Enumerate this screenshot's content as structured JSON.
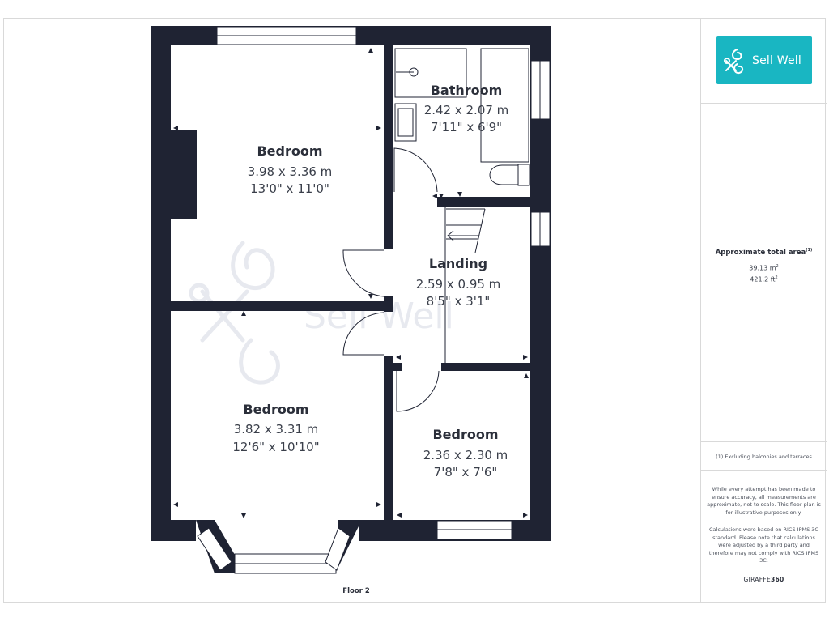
{
  "brand": {
    "logo_text": "Sell Well",
    "watermark_text": "Sell Well",
    "footer_brand_prefix": "GIRAFFE",
    "footer_brand_suffix": "360"
  },
  "rooms": [
    {
      "name": "Bedroom",
      "metric": "3.98 x 3.36 m",
      "imperial": "13'0\" x 11'0\""
    },
    {
      "name": "Bathroom",
      "metric": "2.42 x 2.07 m",
      "imperial": "7'11\" x 6'9\""
    },
    {
      "name": "Landing",
      "metric": "2.59 x 0.95 m",
      "imperial": "8'5\" x 3'1\""
    },
    {
      "name": "Bedroom",
      "metric": "3.82 x 3.31 m",
      "imperial": "12'6\" x 10'10\""
    },
    {
      "name": "Bedroom",
      "metric": "2.36 x 2.30 m",
      "imperial": "7'8\" x 7'6\""
    }
  ],
  "floor_label": "Floor 2",
  "area": {
    "title": "Approximate total area",
    "title_mark": "(1)",
    "metric_value": "39.13 m",
    "metric_sup": "2",
    "imperial_value": "421.2 ft",
    "imperial_sup": "2"
  },
  "footnote": "(1) Excluding balconies and terraces",
  "disclaimer_1": "While every attempt has been made to ensure accuracy, all measurements are approximate, not to scale. This floor plan is for illustrative purposes only.",
  "disclaimer_2": "Calculations were based on RICS IPMS 3C standard. Please note that calculations were adjusted by a third party and therefore may not comply with RICS IPMS 3C.",
  "colors": {
    "wall": "#1f2333",
    "logo_bg": "#19b6c2",
    "watermark": "#e7e9ef"
  }
}
